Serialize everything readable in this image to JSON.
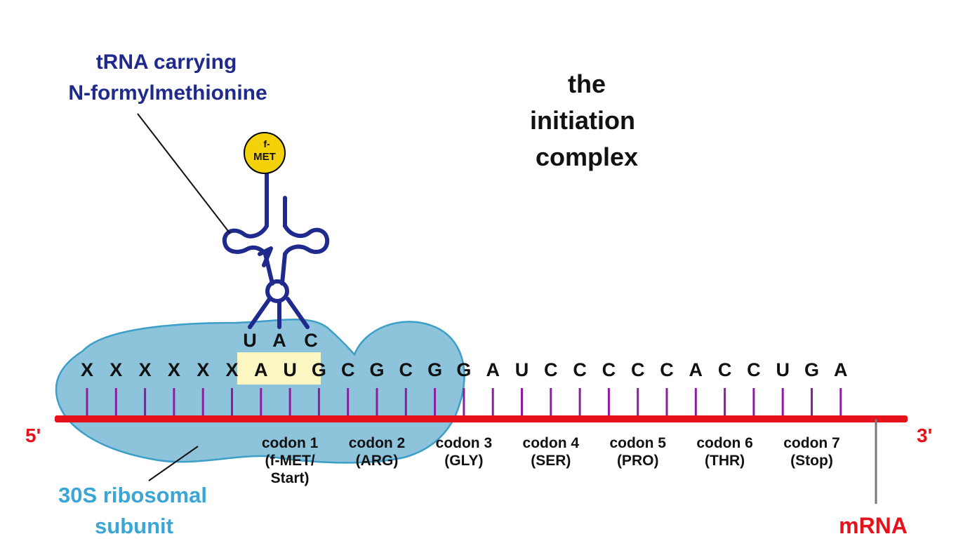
{
  "title_lines": [
    "the",
    "initiation",
    "complex"
  ],
  "trna_label_lines": [
    "tRNA carrying",
    "N-formylmethionine"
  ],
  "amino_acid_label_lines": [
    "f-",
    "MET"
  ],
  "anticodon": [
    "U",
    "A",
    "C"
  ],
  "mrna_bases": [
    "X",
    "X",
    "X",
    "X",
    "X",
    "X",
    "A",
    "U",
    "G",
    "C",
    "G",
    "C",
    "G",
    "G",
    "A",
    "U",
    "C",
    "C",
    "C",
    "C",
    "C",
    "A",
    "C",
    "C",
    "U",
    "G",
    "A"
  ],
  "highlighted_codon_bases": [
    6,
    7,
    8
  ],
  "end_5_label": "5'",
  "end_3_label": "3'",
  "mrna_label": "mRNA",
  "ribosome_label_lines": [
    "30S ribosomal",
    "subunit"
  ],
  "codons": [
    {
      "lines": [
        "codon 1",
        "(f-MET/",
        "Start)"
      ]
    },
    {
      "lines": [
        "codon 2",
        "(ARG)"
      ]
    },
    {
      "lines": [
        "codon 3",
        "(GLY)"
      ]
    },
    {
      "lines": [
        "codon 4",
        "(SER)"
      ]
    },
    {
      "lines": [
        "codon 5",
        "(PRO)"
      ]
    },
    {
      "lines": [
        "codon 6",
        "(THR)"
      ]
    },
    {
      "lines": [
        "codon 7",
        "(Stop)"
      ]
    }
  ],
  "colors": {
    "trna": "#1f2a8c",
    "ribosome_fill": "#8ec3dc",
    "ribosome_stroke": "#3b9fc8",
    "ribosome_text": "#3aa6d6",
    "mrna_strand": "#e5121b",
    "base_ticks": "#8a1e9e",
    "amino_acid": "#f3d20a",
    "codon_highlight": "#fbf7c2"
  }
}
